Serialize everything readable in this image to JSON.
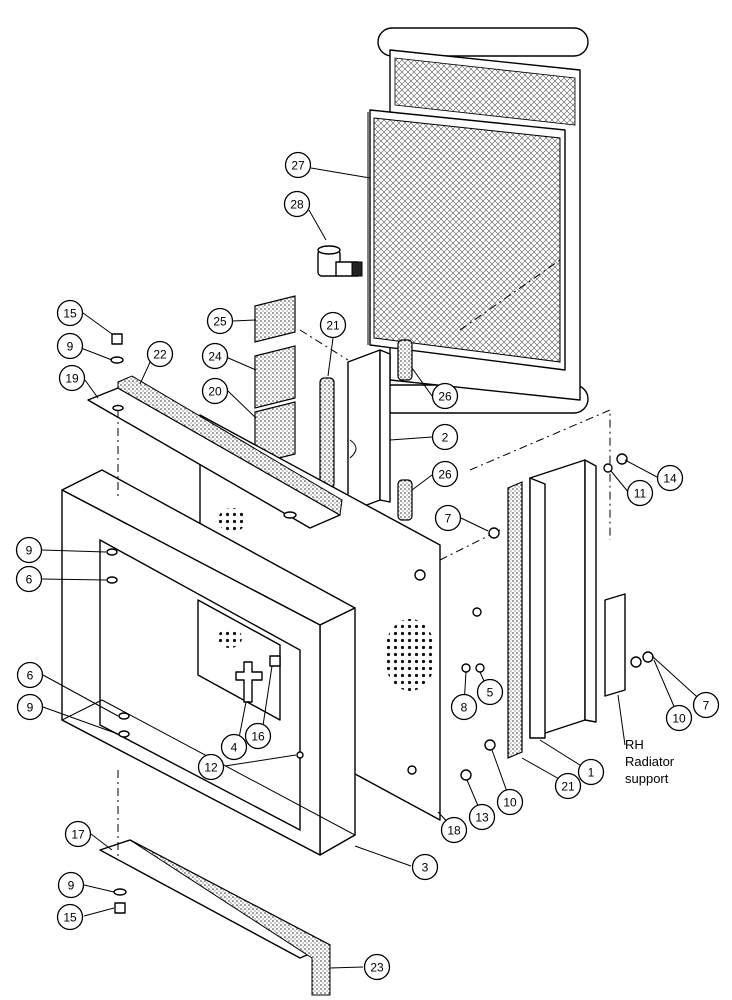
{
  "diagram": {
    "note_lines": [
      "RH",
      "Radiator",
      "support"
    ],
    "callouts": [
      {
        "id": "c27",
        "label": "27"
      },
      {
        "id": "c28",
        "label": "28"
      },
      {
        "id": "c15a",
        "label": "15"
      },
      {
        "id": "c9a",
        "label": "9"
      },
      {
        "id": "c22",
        "label": "22"
      },
      {
        "id": "c19",
        "label": "19"
      },
      {
        "id": "c25",
        "label": "25"
      },
      {
        "id": "c21a",
        "label": "21"
      },
      {
        "id": "c24",
        "label": "24"
      },
      {
        "id": "c20",
        "label": "20"
      },
      {
        "id": "c26a",
        "label": "26"
      },
      {
        "id": "c2",
        "label": "2"
      },
      {
        "id": "c26b",
        "label": "26"
      },
      {
        "id": "c14",
        "label": "14"
      },
      {
        "id": "c11",
        "label": "11"
      },
      {
        "id": "c7a",
        "label": "7"
      },
      {
        "id": "c9b",
        "label": "9"
      },
      {
        "id": "c6a",
        "label": "6"
      },
      {
        "id": "c6b",
        "label": "6"
      },
      {
        "id": "c9c",
        "label": "9"
      },
      {
        "id": "c4",
        "label": "4"
      },
      {
        "id": "c16",
        "label": "16"
      },
      {
        "id": "c12",
        "label": "12"
      },
      {
        "id": "c8",
        "label": "8"
      },
      {
        "id": "c5",
        "label": "5"
      },
      {
        "id": "c10a",
        "label": "10"
      },
      {
        "id": "c7b",
        "label": "7"
      },
      {
        "id": "c1",
        "label": "1"
      },
      {
        "id": "c21b",
        "label": "21"
      },
      {
        "id": "c10b",
        "label": "10"
      },
      {
        "id": "c13",
        "label": "13"
      },
      {
        "id": "c18",
        "label": "18"
      },
      {
        "id": "c3",
        "label": "3"
      },
      {
        "id": "c17",
        "label": "17"
      },
      {
        "id": "c9d",
        "label": "9"
      },
      {
        "id": "c15b",
        "label": "15"
      },
      {
        "id": "c23",
        "label": "23"
      }
    ]
  }
}
